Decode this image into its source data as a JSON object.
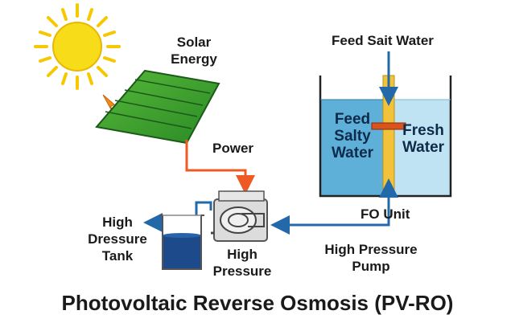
{
  "labels": {
    "solar_energy": "Solar\nEnergy",
    "power": "Power",
    "feed_water_top": "Feed Sait Water",
    "feed_salty_water": "Feed\nSalty\nWater",
    "fresh_water": "Fresh\nWater",
    "fo_unit": "FO Unit",
    "high_pressure_pump": "High Pressure\nPump",
    "high_pressure": "High\nPressure",
    "high_pressure_tank": "High\nDressure\nTank"
  },
  "title": "Photovoltaic Reverse Osmosis (PV-RO)",
  "colors": {
    "sun": "#f5d200",
    "panel": "#2f9a2a",
    "power_line": "#ee5a24",
    "flow_arrow": "#2368a8",
    "feed_tank_water": "#5fb0d8",
    "fresh_tank_water": "#bfe3f3",
    "membrane": "#f2c33a",
    "tank_liquid": "#1d4a8a"
  }
}
